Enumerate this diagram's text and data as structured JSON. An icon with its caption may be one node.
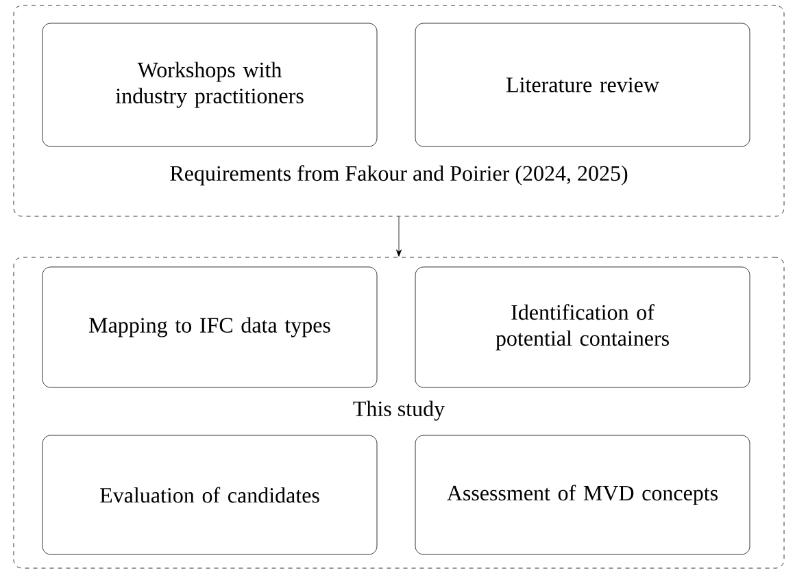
{
  "diagram": {
    "nodes": [
      {
        "text": [
          "Requirements from Fakour and Poirier (2024, 2025)"
        ]
      },
      {
        "text": [
          "Workshops with industry practitioners"
        ],
        "in": 0
      },
      {
        "text": [
          "Literature review"
        ],
        "in": 0
      },
      {
        "text": [
          "This study"
        ]
      },
      {
        "text": [
          "Mapping to IFC data types"
        ],
        "in": 3
      },
      {
        "text": [
          "Identification of potential containers"
        ],
        "in": 3
      },
      {
        "text": [
          "Evaluation of candidates"
        ],
        "in": 3
      },
      {
        "text": [
          "Assessment of MVD concepts"
        ],
        "in": 3
      }
    ],
    "edges": [
      {
        "from": 0,
        "to": 3,
        "arrow": "to"
      }
    ]
  }
}
